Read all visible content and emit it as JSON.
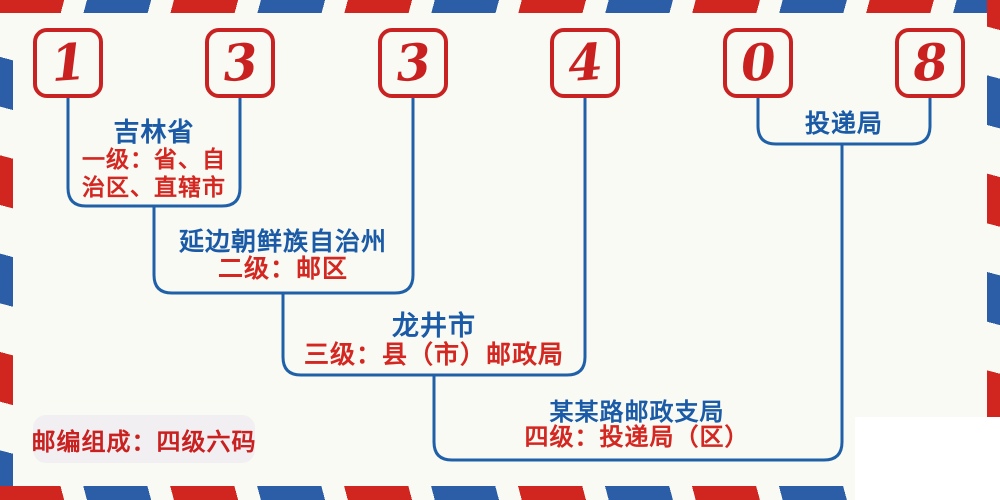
{
  "postal_code": {
    "digits": [
      "1",
      "3",
      "3",
      "4",
      "0",
      "8"
    ]
  },
  "levels": [
    {
      "name": "吉林省",
      "desc": "一级：省、自治区、直辖市"
    },
    {
      "name": "延边朝鲜族自治州",
      "desc": "二级：邮区"
    },
    {
      "name": "龙井市",
      "desc": "三级：县（市）邮政局"
    },
    {
      "name": "某某路邮政支局",
      "desc": "四级：投递局（区）"
    }
  ],
  "delivery_label": "投递局",
  "footer_badge": "邮编组成：四级六码",
  "colors": {
    "digit_red": "#c92020",
    "box_border_red": "#c92222",
    "label_blue": "#1a5aa6",
    "label_red": "#d42722",
    "stripe_red": "#d1251f",
    "stripe_blue": "#2b5ea7",
    "connector_blue": "#2060a8",
    "background": "#f8faf3"
  }
}
